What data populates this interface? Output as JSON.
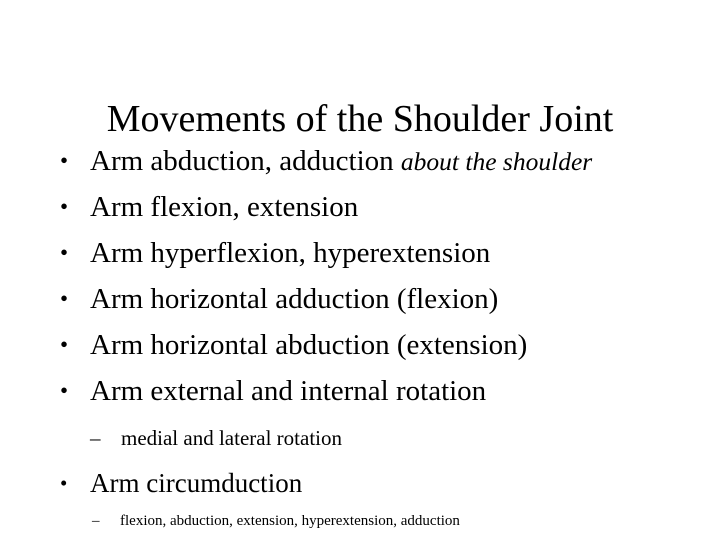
{
  "slide": {
    "background_color": "#ffffff",
    "text_color": "#000000",
    "title": "Movements of the Shoulder Joint",
    "bullet_glyph": "•",
    "dash_glyph": "–",
    "items": [
      {
        "level": 1,
        "text": "Arm abduction, adduction ",
        "emphasis": "about the shoulder"
      },
      {
        "level": 1,
        "text": "Arm flexion, extension"
      },
      {
        "level": 1,
        "text": "Arm hyperflexion, hyperextension"
      },
      {
        "level": 1,
        "text": "Arm horizontal adduction (flexion)"
      },
      {
        "level": 1,
        "text": "Arm horizontal abduction (extension)"
      },
      {
        "level": 1,
        "text": "Arm external and internal rotation"
      },
      {
        "level": 2,
        "text": "medial and lateral rotation"
      },
      {
        "level": 1,
        "text": "Arm circumduction"
      },
      {
        "level": 2,
        "text": "flexion, abduction, extension, hyperextension, adduction"
      }
    ]
  }
}
